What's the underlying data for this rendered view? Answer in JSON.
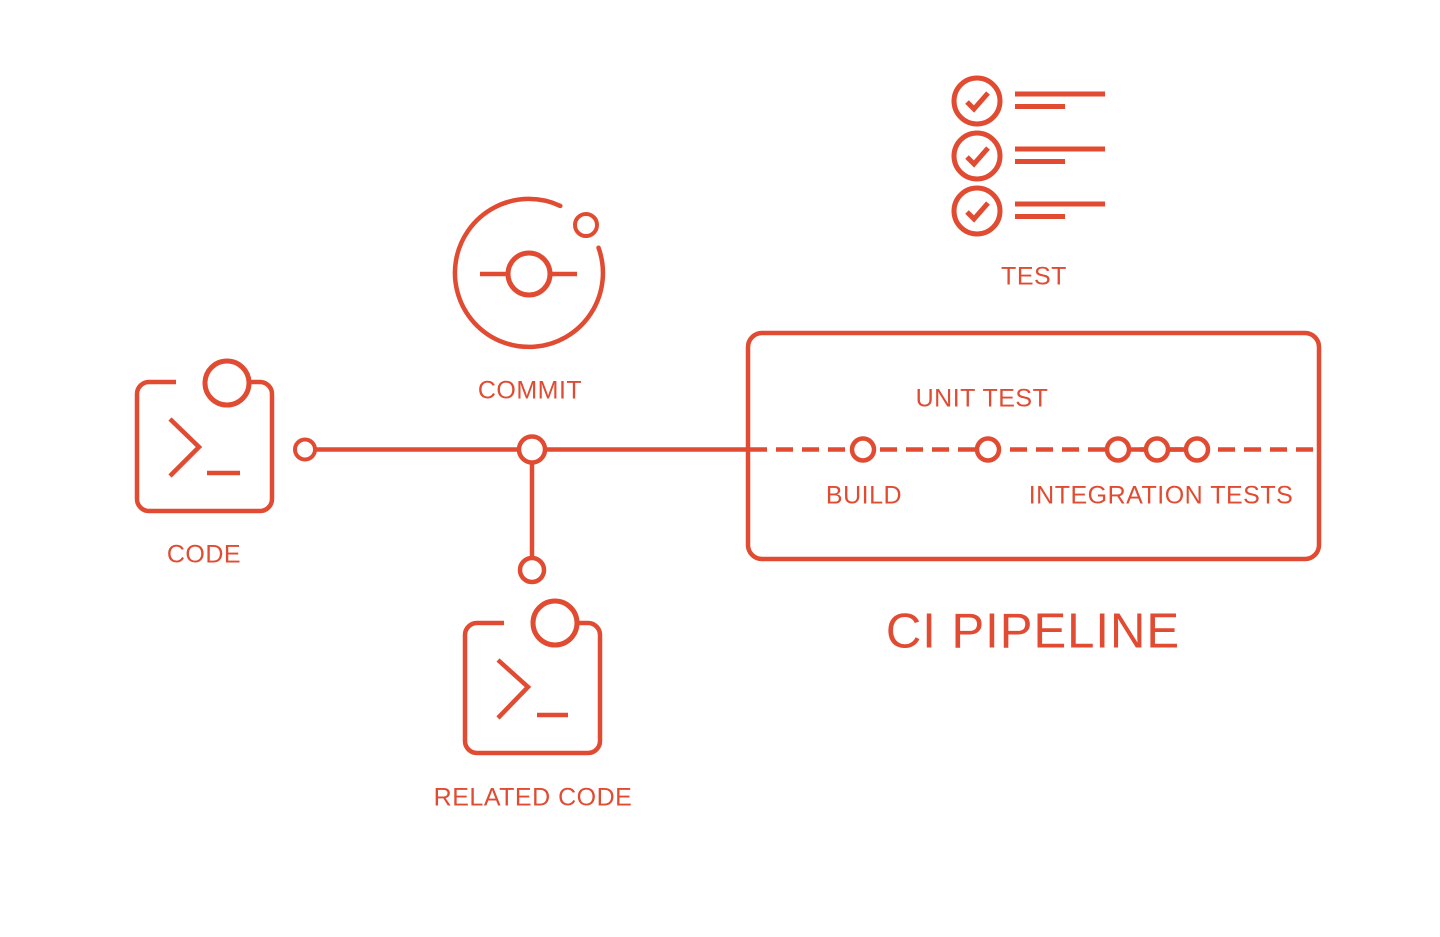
{
  "diagram": {
    "title": "CI PIPELINE",
    "accent_color": "#E04B32",
    "background_color": "#FFFFFF",
    "nodes": {
      "code": {
        "label": "CODE",
        "icon": "terminal-code-icon"
      },
      "commit": {
        "label": "COMMIT",
        "icon": "git-commit-icon"
      },
      "related_code": {
        "label": "RELATED CODE",
        "icon": "terminal-code-icon"
      },
      "test": {
        "label": "TEST",
        "icon": "checklist-icon",
        "checklist_rows": 3
      }
    },
    "pipeline": {
      "label": "CI PIPELINE",
      "line_style": "dashed",
      "stages": [
        {
          "label": "BUILD",
          "label_position": "below",
          "node_count": 1
        },
        {
          "label": "UNIT TEST",
          "label_position": "above",
          "node_count": 1
        },
        {
          "label": "INTEGRATION TESTS",
          "label_position": "below",
          "node_count": 3
        }
      ]
    },
    "connections": [
      {
        "from": "code",
        "to": "pipeline",
        "style": "solid"
      },
      {
        "from": "commit",
        "to": "related_code",
        "style": "solid"
      }
    ]
  }
}
